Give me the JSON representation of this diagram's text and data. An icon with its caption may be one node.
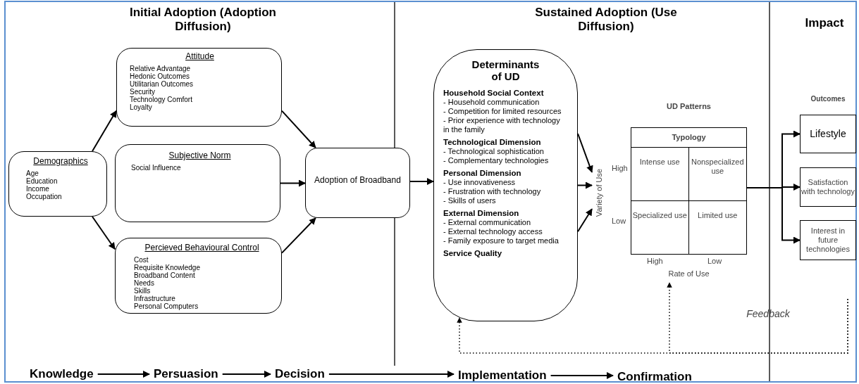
{
  "diagram": {
    "nodes": [
      {
        "text": [
          "Demographics",
          "Age",
          "Education",
          "Income",
          "Occupation"
        ]
      },
      {
        "text": [
          "Attitude",
          "Relative Advantage",
          "Hedonic Outcomes",
          "Utilitarian Outcomes",
          "Security",
          "Technology Comfort",
          "Loyalty"
        ]
      },
      {
        "text": [
          "Subjective Norm",
          "Social Influence"
        ]
      },
      {
        "text": [
          "Percieved Behavioural Control",
          "Cost",
          "Requisite Knowledge",
          "Broadband Content",
          "Needs",
          "Skills",
          "Infrastructure",
          "Personal Computers"
        ]
      },
      {
        "text": [
          "Adoption of Broadband"
        ]
      },
      {
        "text": [
          "Determinants of UD",
          "Household Social Context",
          "- Household communication",
          "- Competition for limited resources",
          "- Prior experience with technology in the family",
          "Technological Dimension",
          "- Technological sophistication",
          "- Complementary technologies",
          "Personal Dimension",
          "- Use innovativeness",
          "- Frustration with technology",
          "- Skills of users",
          "External Dimension",
          "- External communication",
          "- External technology access",
          "- Family exposure to target media",
          "Service Quality"
        ]
      },
      {
        "text": [
          "UD Patterns",
          "Typology",
          "Intense use",
          "Nonspecialized use",
          "Specialized use",
          "Limited use"
        ],
        "beside": [
          "Variety of Use",
          "High",
          "Low",
          "High",
          "Low",
          "Rate of Use"
        ]
      },
      {
        "text": [
          "Lifestyle"
        ]
      },
      {
        "text": [
          "Satisfaction with technology"
        ]
      },
      {
        "text": [
          "Interest in future technologies"
        ]
      },
      {
        "text": [
          "Knowledge"
        ]
      },
      {
        "text": [
          "Persuasion"
        ]
      },
      {
        "text": [
          "Decision"
        ]
      },
      {
        "text": [
          "Implementation"
        ]
      },
      {
        "text": [
          "Confirmation"
        ]
      }
    ],
    "edges": [
      {
        "from": 0,
        "to": 1,
        "arrow": "to"
      },
      {
        "from": 0,
        "to": 3,
        "arrow": "to"
      },
      {
        "from": 1,
        "to": 4,
        "arrow": "to"
      },
      {
        "from": 2,
        "to": 4,
        "arrow": "to"
      },
      {
        "from": 3,
        "to": 4,
        "arrow": "to"
      },
      {
        "from": 4,
        "to": 5,
        "arrow": "to"
      },
      {
        "from": 5,
        "to": 6,
        "arrow": "to"
      },
      {
        "from": 5,
        "to": 6,
        "arrow": "to"
      },
      {
        "from": 5,
        "to": 6,
        "arrow": "to"
      },
      {
        "from": 6,
        "to": 7,
        "arrow": "to"
      },
      {
        "from": 6,
        "to": 8,
        "arrow": "to"
      },
      {
        "from": 6,
        "to": 9,
        "arrow": "to"
      },
      {
        "from": 10,
        "to": 11,
        "arrow": "to"
      },
      {
        "from": 11,
        "to": 12,
        "arrow": "to"
      },
      {
        "from": 12,
        "to": 13,
        "arrow": "to"
      },
      {
        "from": 13,
        "to": 14,
        "arrow": "to"
      },
      {
        "from": null,
        "to": 5,
        "arrow": "to",
        "style": "dashed"
      },
      {
        "from": null,
        "to": 6,
        "arrow": "to",
        "style": "dashed"
      }
    ],
    "labels": [
      "Initial Adoption (Adoption Diffusion)",
      "Sustained Adoption (Use Diffusion)",
      "Impact",
      "Outcomes",
      "Feedback"
    ]
  }
}
